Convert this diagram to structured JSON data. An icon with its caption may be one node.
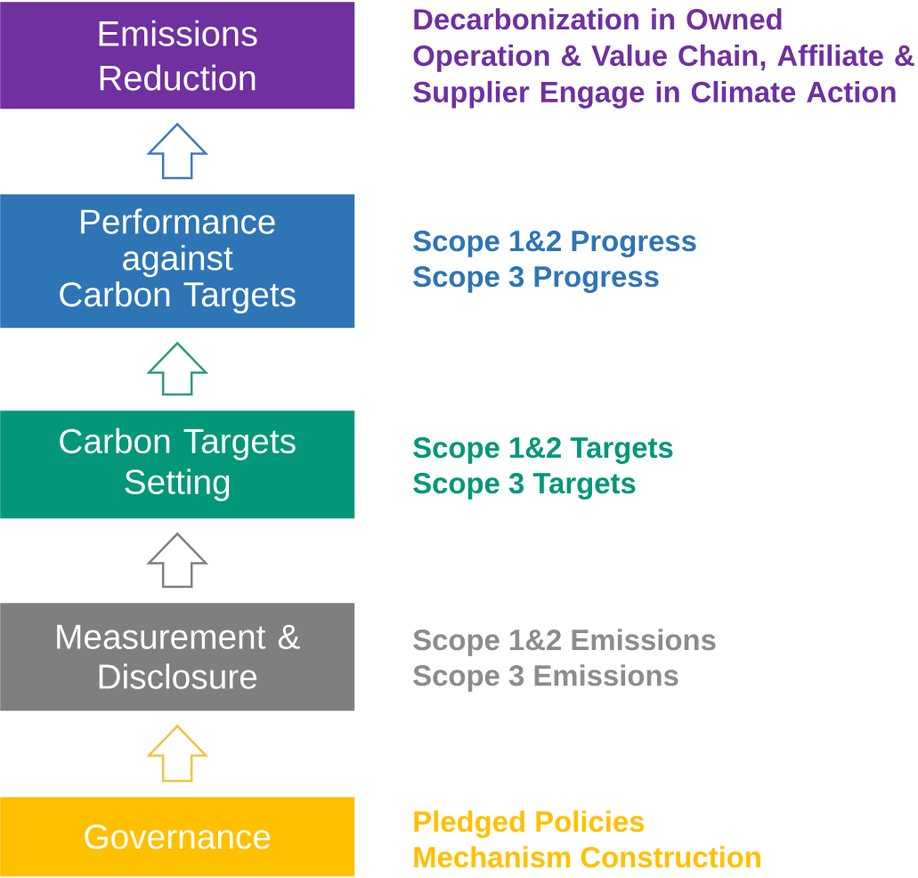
{
  "diagram": {
    "nodes": [
      {
        "text": [
          "Emissions Reduction"
        ],
        "beside": [
          "Decarbonization in Owned Operation & Value Chain, Affiliate & Supplier Engage in Climate Action"
        ]
      },
      {
        "text": [
          "Performance against Carbon Targets"
        ],
        "beside": [
          "Scope 1&2 Progress",
          "Scope 3 Progress"
        ]
      },
      {
        "text": [
          "Carbon Targets Setting"
        ],
        "beside": [
          "Scope 1&2 Targets",
          "Scope 3 Targets"
        ]
      },
      {
        "text": [
          "Measurement & Disclosure"
        ],
        "beside": [
          "Scope 1&2 Emissions",
          "Scope 3 Emissions"
        ]
      },
      {
        "text": [
          "Governance"
        ],
        "beside": [
          "Pledged Policies",
          "Mechanism Construction"
        ]
      }
    ],
    "edges": [
      {
        "from": 1,
        "to": 0,
        "arrow": "to",
        "color": "#3b7bbf"
      },
      {
        "from": 2,
        "to": 1,
        "arrow": "to",
        "color": "#2e9a7a"
      },
      {
        "from": 3,
        "to": 2,
        "arrow": "to",
        "color": "#7f7f7f"
      },
      {
        "from": 4,
        "to": 3,
        "arrow": "to",
        "color": "#f5c142"
      }
    ]
  }
}
